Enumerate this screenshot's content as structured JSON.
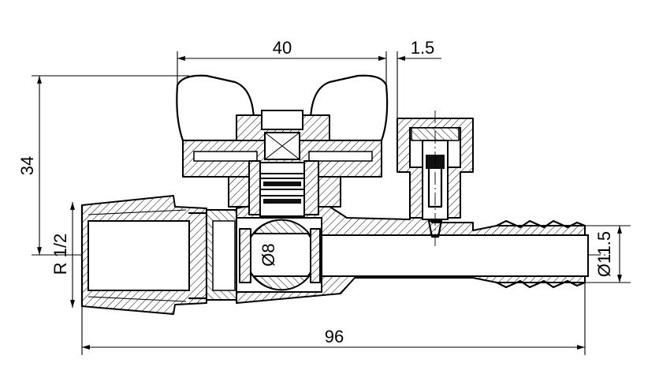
{
  "dimensions": {
    "handle_width": "40",
    "offset": "1.5",
    "height": "34",
    "thread": "R 1/2",
    "ball_bore": "Ø8",
    "hose_diameter": "Ø11.5",
    "overall_length": "96"
  }
}
